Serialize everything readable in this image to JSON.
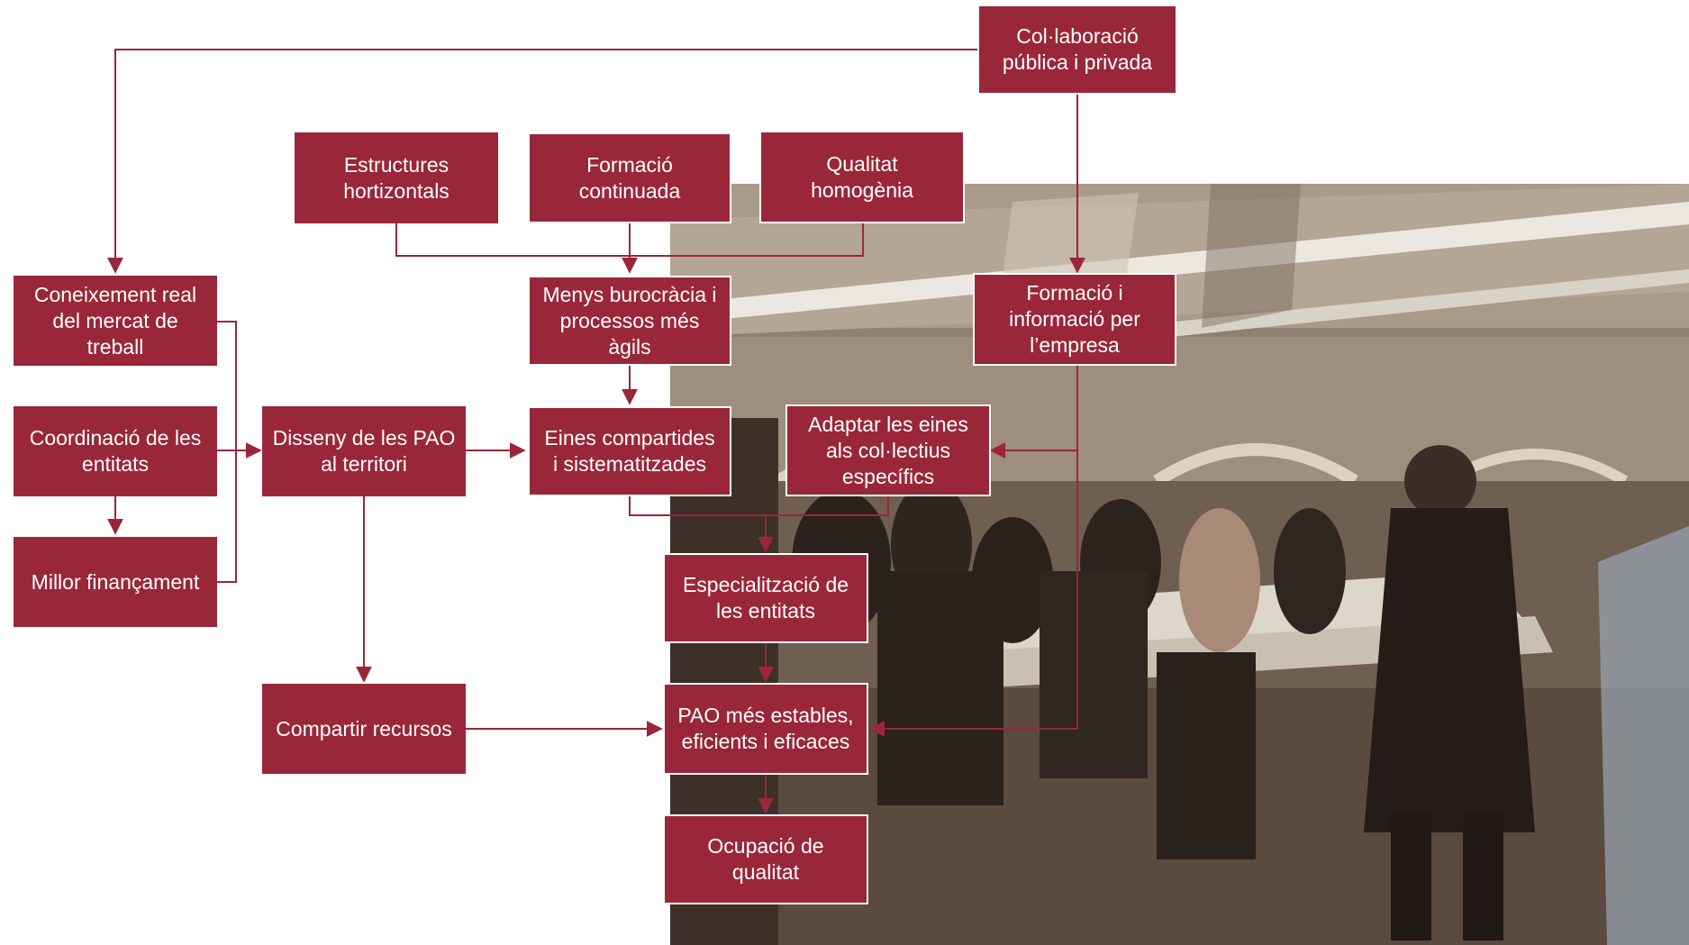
{
  "colors": {
    "box_fill": "#9a2739",
    "box_text": "#ffffff",
    "connector": "#9a2739"
  },
  "nodes": {
    "collaboracio": "Col·laboració\npública i privada",
    "estructures": "Estructures\nhortizontals",
    "formacio_continuada": "Formació\ncontinuada",
    "qualitat": "Qualitat\nhomogènia",
    "coneixement": "Coneixement real\ndel mercat de\ntreball",
    "menys_burocracia": "Menys burocràcia i\nprocessos més\nàgils",
    "formacio_empresa": "Formació i\ninformació per\nl’empresa",
    "coordinacio": "Coordinació de les\nentitats",
    "disseny": "Disseny de les PAO\nal territori",
    "eines": "Eines compartides\ni sistematitzades",
    "adaptar": "Adaptar les eines\nals col·lectius\nespecífics",
    "millor": "Millor finançament",
    "especialitzacio": "Especialització de\nles entitats",
    "compartir": "Compartir recursos",
    "pao_estables": "PAO més estables,\neficients i eficaces",
    "ocupacio": "Ocupació de\nqualitat"
  },
  "photo": {
    "subject": "people-at-meeting-table-photo"
  }
}
